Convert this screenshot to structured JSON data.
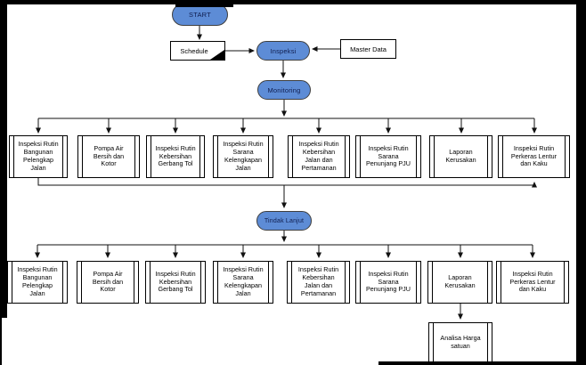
{
  "flow": {
    "start": "START",
    "schedule": "Schedule",
    "inspeksi": "Inspeksi",
    "master_data": "Master Data",
    "monitoring": "Monitoring",
    "tindak_lanjut": "Tindak Lanjut",
    "analisa_harga": "Analisa Harga satuan",
    "row1": [
      "Inspeksi Rutin Bangunan Pelengkap Jalan",
      "Pompa Air Bersih dan Kotor",
      "Inspeksi Rutin Kebersihan Gerbang Tol",
      "Inspeksi Rutin Sarana Kelengkapan Jalan",
      "Inspeksi Rutin Kebersihan Jalan dan Pertamanan",
      "Inspeksi Rutin Sarana Penunjang PJU",
      "Laporan Kerusakan",
      "Inspeksi Rutin Perkeras Lentur dan Kaku"
    ],
    "row2": [
      "Inspeksi Rutin Bangunan Pelengkap Jalan",
      "Pompa Air Bersih dan Kotor",
      "Inspeksi Rutin Kebersihan Gerbang Tol",
      "Inspeksi Rutin Sarana Kelengkapan Jalan",
      "Inspeksi Rutin Kebersihan Jalan dan Pertamanan",
      "Inspeksi Rutin Sarana Penunjang PJU",
      "Laporan Kerusakan",
      "Inspeksi Rutin Perkeras Lentur dan Kaku"
    ]
  },
  "colors": {
    "terminator_fill": "#5d8cd6",
    "terminator_border": "#3f3f3f",
    "terminator_text": "#0f1c4d",
    "line": "#111111",
    "box_border": "#000000",
    "frame": "#000000",
    "background": "#ffffff"
  }
}
